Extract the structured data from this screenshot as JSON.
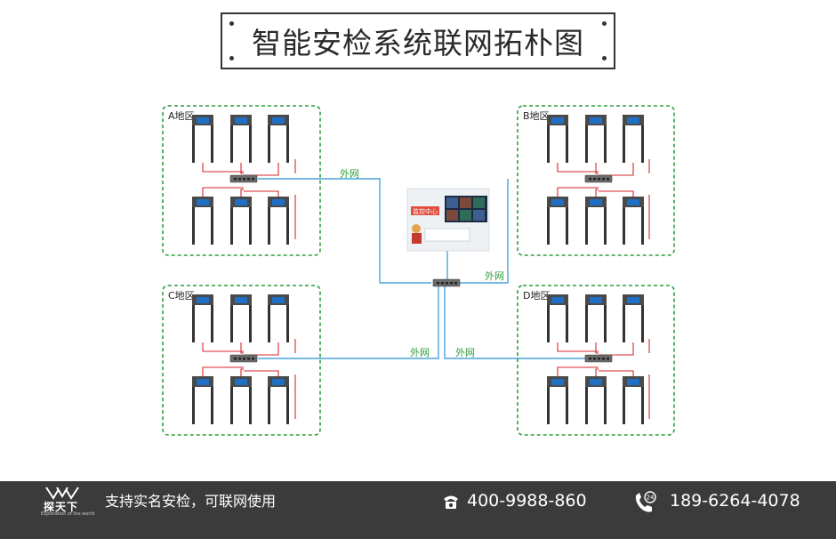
{
  "title": "智能安检系统联网拓朴图",
  "zones": [
    {
      "id": "A",
      "label": "A地区"
    },
    {
      "id": "B",
      "label": "B地区"
    },
    {
      "id": "C",
      "label": "C地区"
    },
    {
      "id": "D",
      "label": "D地区"
    }
  ],
  "network_labels": {
    "ab": "外网",
    "center_b": "外网",
    "c": "外网",
    "d": "外网"
  },
  "monitor_center": {
    "screen_text": "监控中心"
  },
  "colors": {
    "zone_border": "#2e9e3b",
    "network_line": "#4aa3df",
    "device_line": "#d9262b",
    "label_text": "#2e9e3b",
    "footer_bg": "#3b3b3b"
  },
  "footer": {
    "logo_name": "探天下",
    "logo_sub": "Exploration of the world",
    "slogan": "支持实名安检，可联网使用",
    "hotline": "400-9988-860",
    "mobile": "189-6264-4078",
    "icons": [
      "phone-icon",
      "mobile-24h-icon"
    ]
  }
}
